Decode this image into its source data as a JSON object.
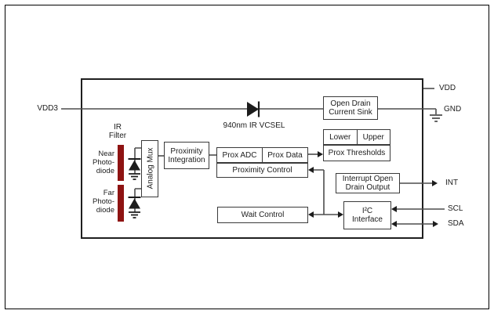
{
  "diagram": {
    "pins": {
      "vdd3": "VDD3",
      "vdd": "VDD",
      "gnd": "GND",
      "int": "INT",
      "scl": "SCL",
      "sda": "SDA"
    },
    "labels": {
      "vcsel": "940nm IR VCSEL",
      "ir_filter": "IR\nFilter",
      "near_photodiode": "Near\nPhoto-\ndiode",
      "far_photodiode": "Far\nPhoto-\ndiode"
    },
    "blocks": {
      "open_drain_current_sink": "Open Drain\nCurrent Sink",
      "analog_mux": "Analog Mux",
      "proximity_integration": "Proximity\nIntegration",
      "prox_adc": "Prox ADC",
      "prox_data": "Prox Data",
      "proximity_control": "Proximity Control",
      "lower": "Lower",
      "upper": "Upper",
      "prox_thresholds": "Prox Thresholds",
      "interrupt_open_drain_output": "Interrupt Open\nDrain Output",
      "wait_control": "Wait Control",
      "i2c_interface": "I²C\nInterface"
    },
    "colors": {
      "ir_filter_bar": "#8e1312",
      "wire": "#4d4d4d",
      "border": "#1f1f1f"
    }
  }
}
